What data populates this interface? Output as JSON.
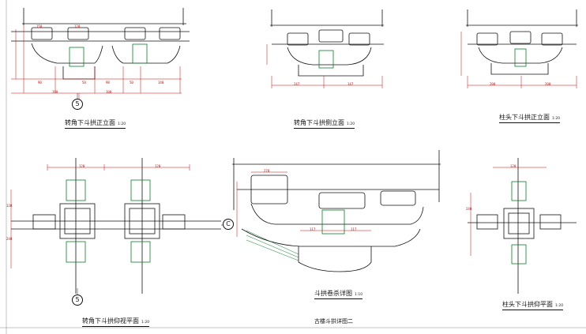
{
  "colors": {
    "line": "#111111",
    "dimension": "#d40000",
    "hatch": "#0a7d2a",
    "paper": "#ffffff"
  },
  "drawings": {
    "corner_front_elevation": {
      "caption": "转角下斗拱正立面",
      "scale": "1:20",
      "axis": "5",
      "dims": {
        "top_a": "150",
        "top_b": "120",
        "seg_a": "90",
        "seg_b": "50",
        "seg_c": "98",
        "seg_d": "50",
        "seg_e": "140",
        "bottom_a": "190",
        "bottom_b": "100"
      }
    },
    "corner_side_elevation": {
      "caption": "转角下斗拱侧立面",
      "scale": "1:20",
      "dims": {
        "bot_a": "247",
        "bot_b": "147"
      }
    },
    "column_front_elevation": {
      "caption": "柱头下斗拱正立面",
      "scale": "1:20",
      "dims": {
        "bot_a": "200",
        "bot_b": "200"
      }
    },
    "corner_plan": {
      "caption": "转角下斗拱仰视平面",
      "scale": "1:20",
      "axis": "5",
      "dims": {
        "top_a": "120",
        "top_b": "120",
        "left_a": "120",
        "left_b": "240"
      }
    },
    "bracket_detail": {
      "caption": "斗拱卷杀详图",
      "scale": "1:10",
      "axis": "C",
      "dims": {
        "top_a": "270",
        "mid_a": "117",
        "mid_b": "117"
      }
    },
    "column_plan": {
      "caption": "柱头下斗拱仰平面",
      "scale": "1:20",
      "dims": {
        "top_a": "120",
        "left_a": "240"
      }
    }
  },
  "sheet": {
    "title": "古楼斗拱详图二"
  }
}
